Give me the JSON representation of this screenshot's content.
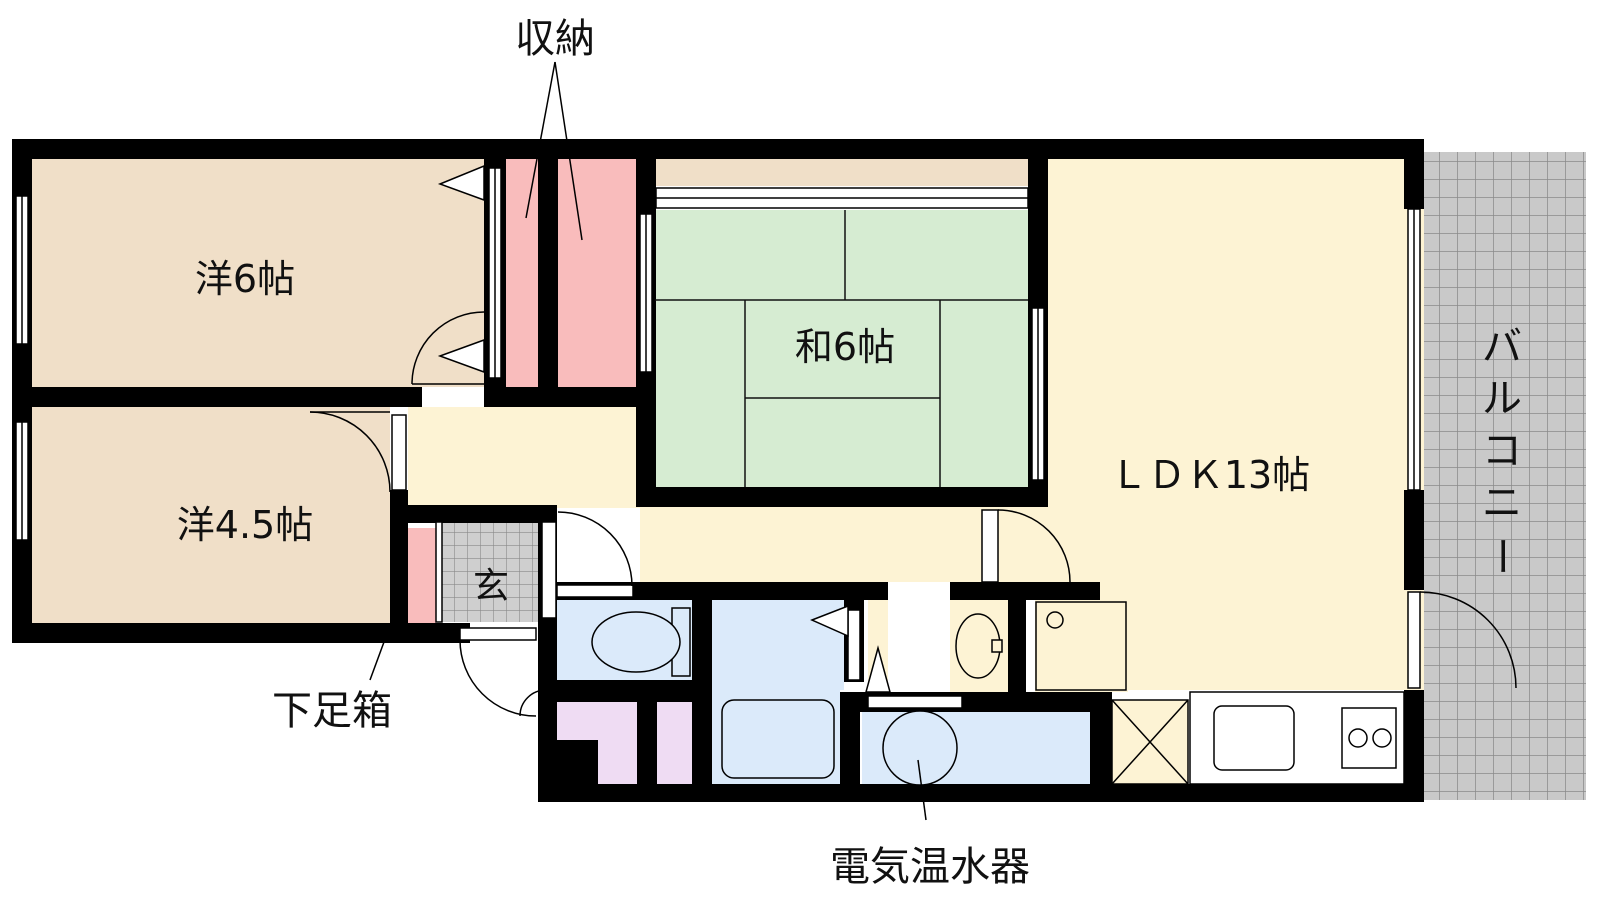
{
  "rooms": {
    "western1": "洋6帖",
    "western2": "洋4.5帖",
    "japanese": "和6帖",
    "ldk": "ＬＤＫ13帖",
    "entrance": "玄",
    "balcony": [
      "バ",
      "ル",
      "コ",
      "ニ",
      "ー"
    ]
  },
  "callouts": {
    "storage": "収納",
    "shoe_box": "下足箱",
    "water_heater": "電気温水器"
  },
  "colors": {
    "wall": "#000000",
    "western_floor": "#f0dfc8",
    "ldk_floor": "#fdf3d4",
    "tatami": "#d6ecd2",
    "storage": "#f9bcbc",
    "wet_area": "#dbeafa",
    "closet": "#efdcf3",
    "balcony_tile": "#c4c4c4"
  }
}
